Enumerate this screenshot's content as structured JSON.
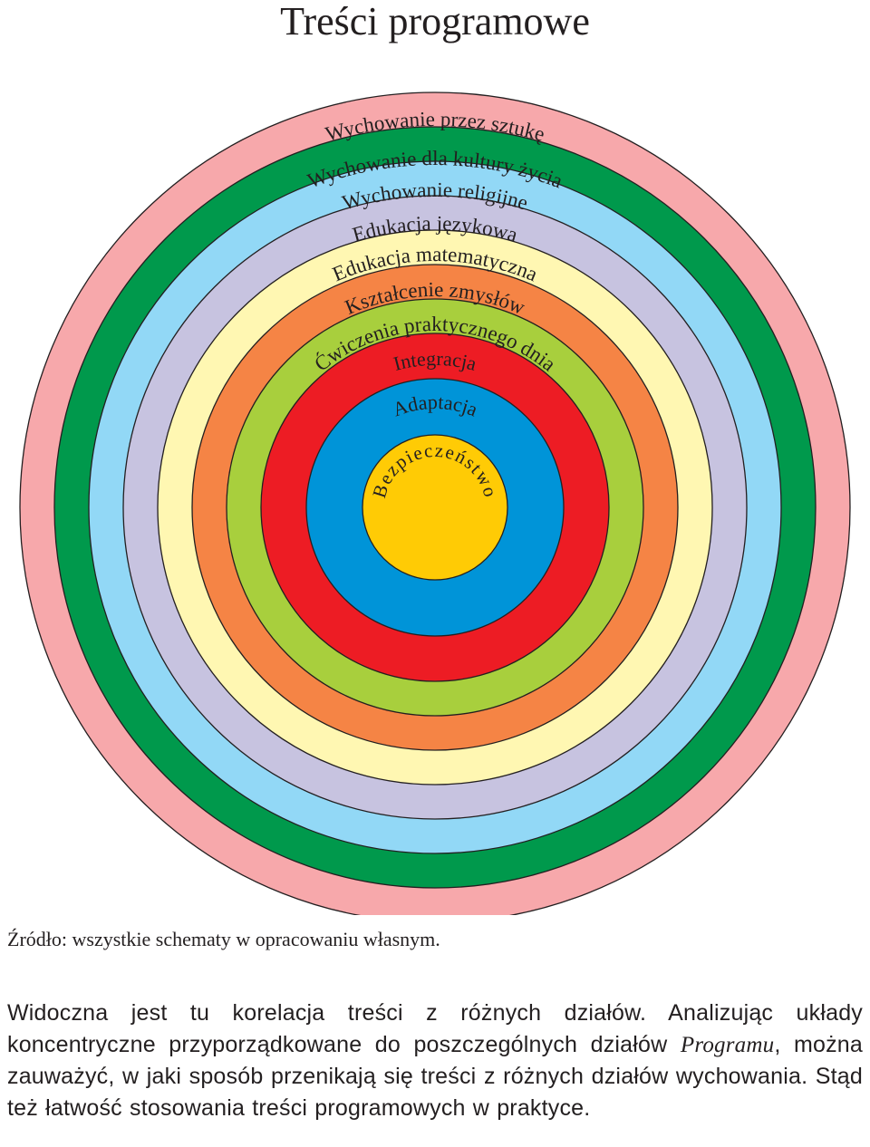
{
  "title": "Treści programowe",
  "rings": [
    {
      "label": "Wychowanie przez sztukę",
      "color": "#f7a8ab"
    },
    {
      "label": "Wychowanie dla kultury życia",
      "color": "#00994c"
    },
    {
      "label": "Wychowanie religijne",
      "color": "#92d8f6"
    },
    {
      "label": "Edukacja językowa",
      "color": "#c7c3e0"
    },
    {
      "label": "Edukacja matematyczna",
      "color": "#fff7b2"
    },
    {
      "label": "Kształcenie zmysłów",
      "color": "#f58445"
    },
    {
      "label": "Ćwiczenia praktycznego dnia",
      "color": "#a8cf3d"
    },
    {
      "label": "Integracja",
      "color": "#ed1c24"
    },
    {
      "label": "Adaptacja",
      "color": "#0094d8"
    },
    {
      "label": "Bezpieczeństwo",
      "color": "#ffcb05"
    }
  ],
  "source": "Źródło: wszystkie schematy w opracowaniu własnym.",
  "paragraph": {
    "before": "Widoczna jest tu korelacja treści z różnych działów. Analizując układy koncentryczne przyporządkowane do poszczególnych działów ",
    "emphasis": "Programu",
    "after": ", można zauważyć, w jaki sposób przenikają się treści z różnych działów wychowania. Stąd też łatwość stosowania treści programowych w praktyce."
  }
}
